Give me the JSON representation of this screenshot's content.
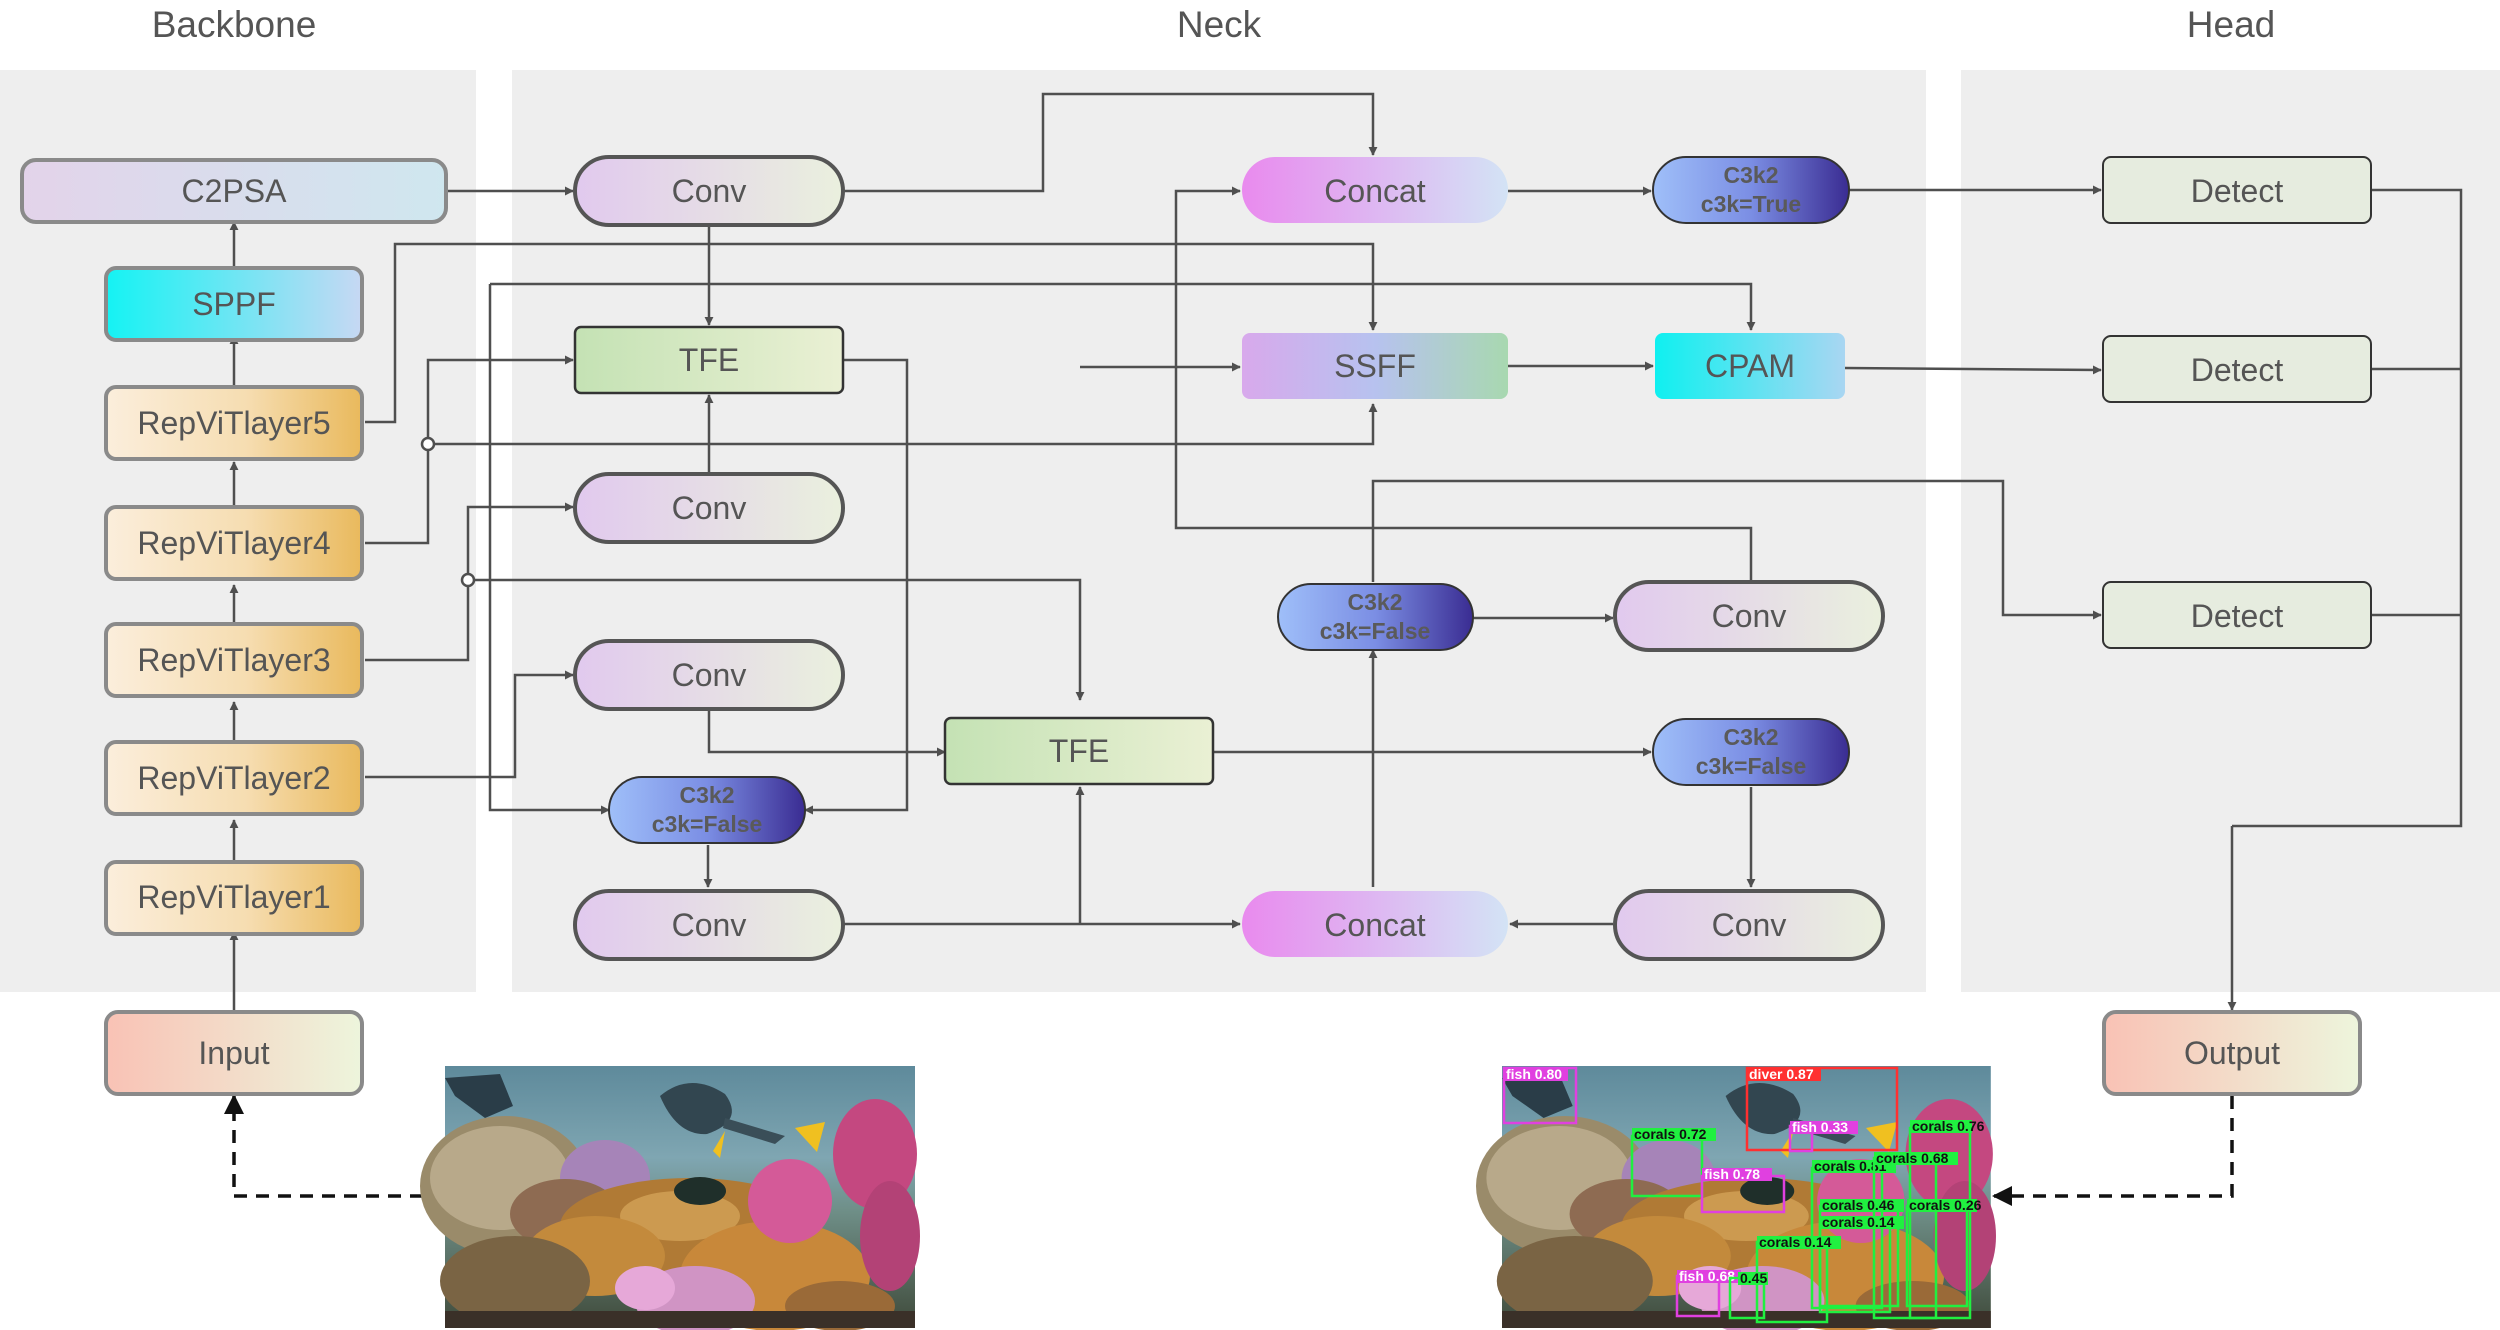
{
  "sections": {
    "backbone": "Backbone",
    "neck": "Neck",
    "head": "Head"
  },
  "nodes": {
    "c2psa": "C2PSA",
    "sppf": "SPPF",
    "repvit5": "RepViTlayer5",
    "repvit4": "RepViTlayer4",
    "repvit3": "RepViTlayer3",
    "repvit2": "RepViTlayer2",
    "repvit1": "RepViTlayer1",
    "input": "Input",
    "output": "Output",
    "conv": "Conv",
    "tfe": "TFE",
    "concat": "Concat",
    "ssff": "SSFF",
    "cpam": "CPAM",
    "detect": "Detect",
    "c3k2": "C3k2",
    "c3k_true": "c3k=True",
    "c3k_false": "c3k=False"
  },
  "detections": [
    "fish 0.80",
    "diver 0.87",
    "fish 0.33",
    "corals 0.72",
    "corals 0.76",
    "fish 0.78",
    "corals 0.81",
    "corals 0.68",
    "corals 0.46",
    "corals 0.26",
    "corals 0.14",
    "corals 0.14",
    "fish 0.68",
    "0.45"
  ],
  "colors": {
    "panel": "#eeeeee",
    "arrow": "#4f4f4f",
    "detection_fish": "#e040e0",
    "detection_diver": "#ff3030",
    "detection_coral": "#20f040"
  }
}
